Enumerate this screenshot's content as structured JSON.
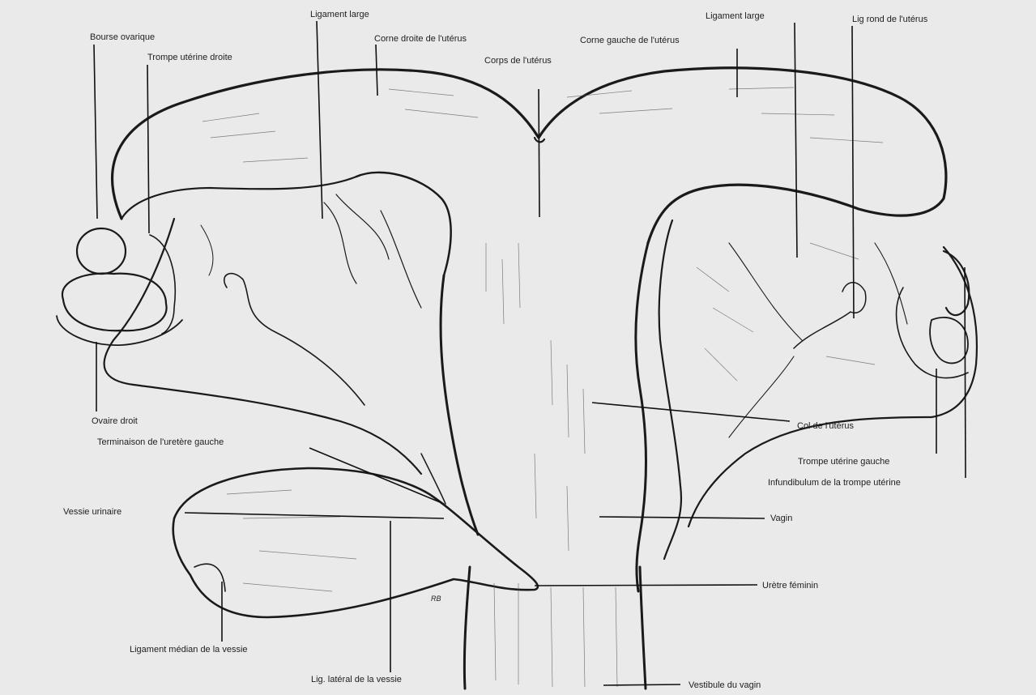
{
  "labels": {
    "bourse_ovarique": "Bourse ovarique",
    "ligament_large_left": "Ligament large",
    "corne_droite": "Corne droite de l'utérus",
    "trompe_droite": "Trompe utérine droite",
    "corps_uterus": "Corps de l'utérus",
    "corne_gauche": "Corne gauche de l'utérus",
    "ligament_large_right": "Ligament large",
    "lig_rond": "Lig rond de l'utérus",
    "ovaire_droit": "Ovaire droit",
    "col_uterus": "Col de l'utérus",
    "terminaison_uretere": "Terminaison de l'uretère gauche",
    "trompe_gauche": "Trompe utérine gauche",
    "infundibulum": "Infundibulum de la trompe utérine",
    "vessie_urinaire": "Vessie urinaire",
    "vagin": "Vagin",
    "uretre_feminin": "Urètre féminin",
    "ligament_median": "Ligament médian de la vessie",
    "lig_lateral": "Lig. latéral de la vessie",
    "vestibule": "Vestibule du vagin"
  },
  "signature": "RB"
}
